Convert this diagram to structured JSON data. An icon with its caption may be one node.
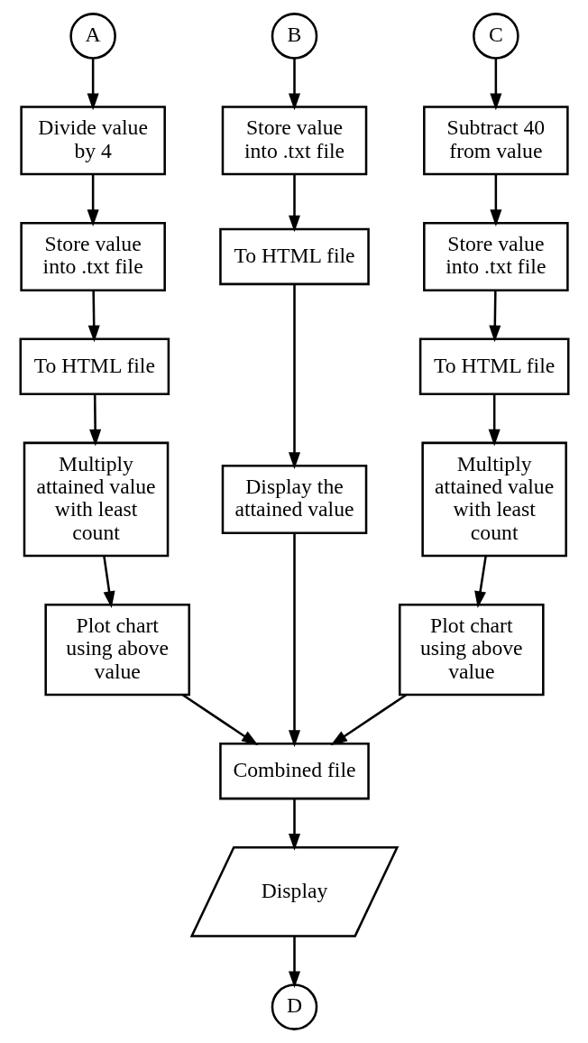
{
  "diagram": {
    "nodes": [
      {
        "text": [
          "A"
        ]
      },
      {
        "text": [
          "B"
        ]
      },
      {
        "text": [
          "C"
        ]
      },
      {
        "text": [
          "Divide value by 4"
        ]
      },
      {
        "text": [
          "Store value into .txt file"
        ]
      },
      {
        "text": [
          "To HTML file"
        ]
      },
      {
        "text": [
          "Multiply attained value with least count"
        ]
      },
      {
        "text": [
          "Plot chart using above value"
        ]
      },
      {
        "text": [
          "Store value into .txt file"
        ]
      },
      {
        "text": [
          "To HTML file"
        ]
      },
      {
        "text": [
          "Display the attained value"
        ]
      },
      {
        "text": [
          "Subtract 40 from value"
        ]
      },
      {
        "text": [
          "Store value into .txt file"
        ]
      },
      {
        "text": [
          "To HTML file"
        ]
      },
      {
        "text": [
          "Multiply attained value with least count"
        ]
      },
      {
        "text": [
          "Plot chart using above value"
        ]
      },
      {
        "text": [
          "Combined file"
        ]
      },
      {
        "text": [
          "Display"
        ]
      },
      {
        "text": [
          "D"
        ]
      }
    ],
    "edges": [
      {
        "from": 0,
        "to": 3,
        "arrow": "to"
      },
      {
        "from": 3,
        "to": 4,
        "arrow": "to"
      },
      {
        "from": 4,
        "to": 5,
        "arrow": "to"
      },
      {
        "from": 5,
        "to": 6,
        "arrow": "to"
      },
      {
        "from": 6,
        "to": 7,
        "arrow": "to"
      },
      {
        "from": 1,
        "to": 8,
        "arrow": "to"
      },
      {
        "from": 8,
        "to": 9,
        "arrow": "to"
      },
      {
        "from": 9,
        "to": 10,
        "arrow": "to"
      },
      {
        "from": 2,
        "to": 11,
        "arrow": "to"
      },
      {
        "from": 11,
        "to": 12,
        "arrow": "to"
      },
      {
        "from": 12,
        "to": 13,
        "arrow": "to"
      },
      {
        "from": 13,
        "to": 14,
        "arrow": "to"
      },
      {
        "from": 14,
        "to": 15,
        "arrow": "to"
      },
      {
        "from": 7,
        "to": 16,
        "arrow": "to"
      },
      {
        "from": 10,
        "to": 16,
        "arrow": "to"
      },
      {
        "from": 15,
        "to": 16,
        "arrow": "to"
      },
      {
        "from": 16,
        "to": 17,
        "arrow": "to"
      },
      {
        "from": 17,
        "to": 18,
        "arrow": "to"
      }
    ]
  }
}
